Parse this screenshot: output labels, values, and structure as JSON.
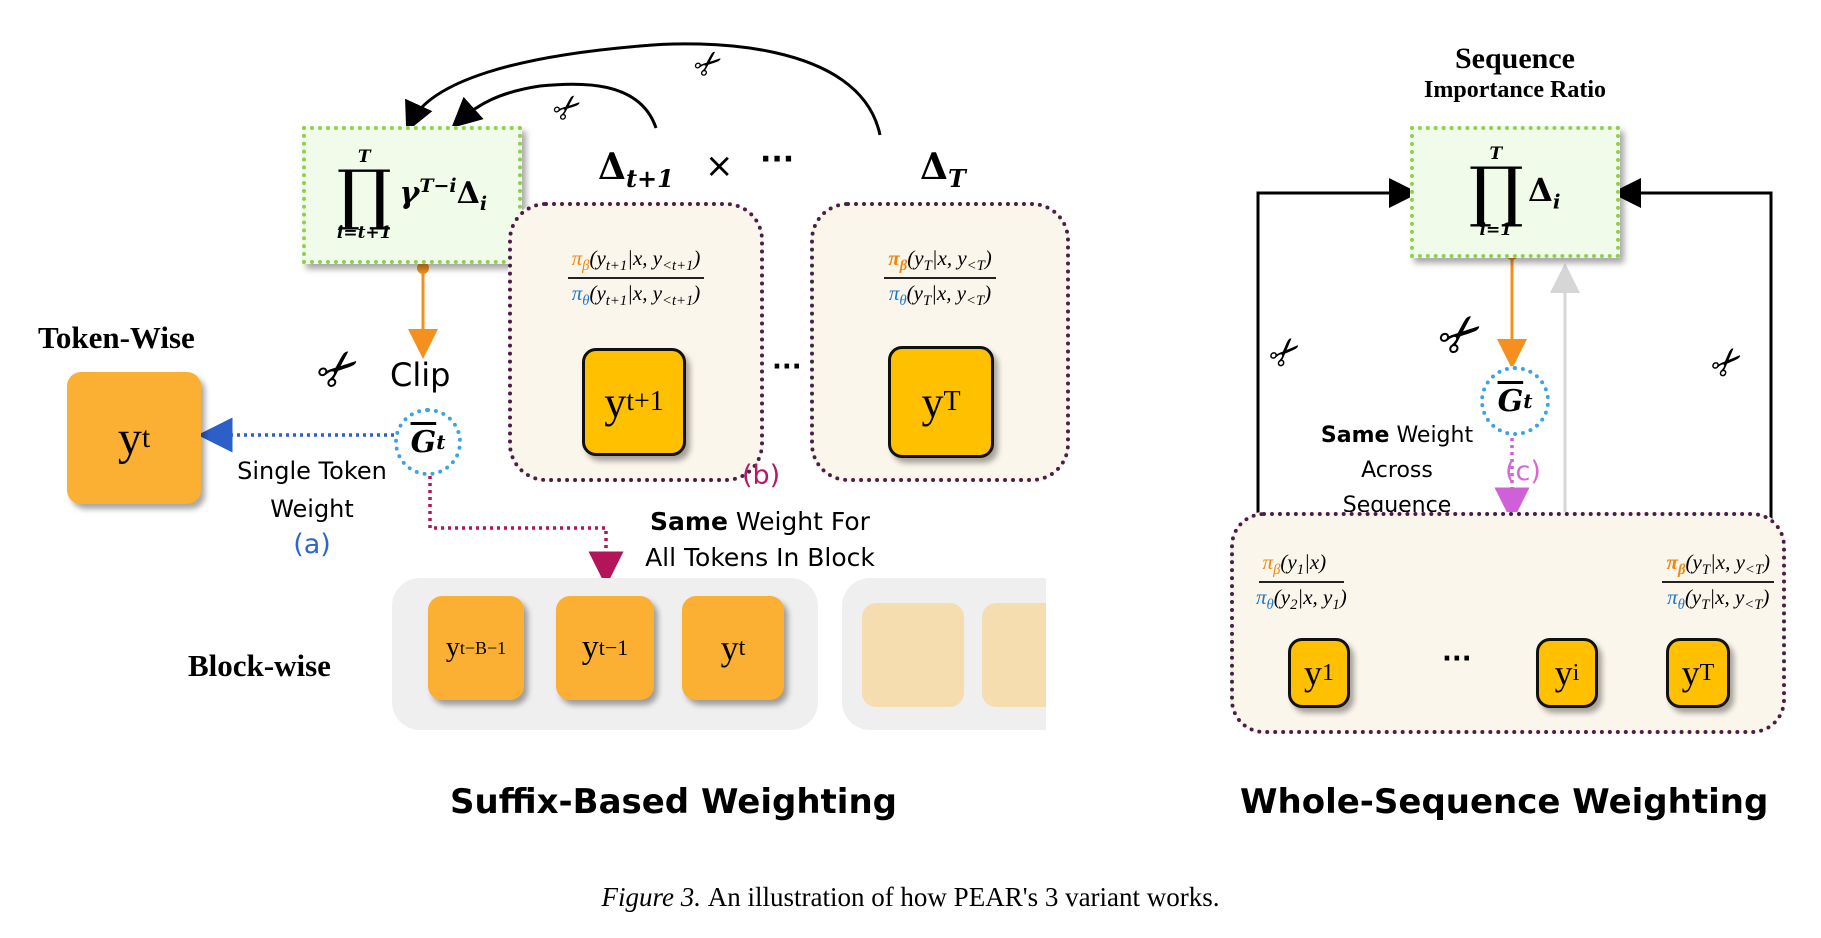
{
  "figure": {
    "caption_label": "Figure 3.",
    "caption_text": "An illustration of how PEAR's 3 variant works."
  },
  "suffix_panel": {
    "title": "Suffix-Based Weighting",
    "product_box": {
      "upper_limit": "T",
      "lower_limit": "i=t+1",
      "term": "γ",
      "exponent": "T−i",
      "factor": "Δ",
      "factor_sub": "i"
    },
    "delta_first": "Δ",
    "delta_first_sub": "t+1",
    "times_symbol": "×",
    "ellipsis": "···",
    "delta_last": "Δ",
    "delta_last_sub": "T",
    "ratio_blocks": [
      {
        "num_pi": "π",
        "num_pi_sub": "β",
        "num_args": "(y",
        "num_args_sub": "t+1",
        "num_tail": "|x, y",
        "num_tail_sub": "<t+1",
        "num_close": ")",
        "den_pi": "π",
        "den_pi_sub": "θ",
        "den_args": "(y",
        "den_args_sub": "t+1",
        "den_tail": "|x, y",
        "den_tail_sub": "<t+1",
        "den_close": ")",
        "token": "y",
        "token_sub": "t+1"
      },
      {
        "num_pi": "π",
        "num_pi_sub": "β",
        "num_args": "(y",
        "num_args_sub": "T",
        "num_tail": "|x, y",
        "num_tail_sub": "<T",
        "num_close": ")",
        "den_pi": "π",
        "den_pi_sub": "θ",
        "den_args": "(y",
        "den_args_sub": "T",
        "den_tail": "|x, y",
        "den_tail_sub": "<T",
        "den_close": ")",
        "token": "y",
        "token_sub": "T"
      }
    ],
    "between_blocks_ellipsis": "···",
    "clip_label": "Clip",
    "g_hat": "G",
    "g_hat_sub": "t",
    "token_wise": {
      "title": "Token-Wise",
      "token": "y",
      "token_sub": "t",
      "note_line1": "Single Token",
      "note_line2": "Weight",
      "tag": "(a)"
    },
    "block_wise": {
      "title": "Block-wise",
      "tag": "(b)",
      "note_bold": "Same",
      "note_rest": " Weight For",
      "note_line2": "All Tokens In Block",
      "tokens": [
        {
          "base": "y",
          "sub": "t−B−1"
        },
        {
          "base": "y",
          "sub": "t−1"
        },
        {
          "base": "y",
          "sub": "t"
        }
      ]
    }
  },
  "whole_panel": {
    "title": "Whole-Sequence Weighting",
    "header_line1": "Sequence",
    "header_line2": "Importance Ratio",
    "product_box": {
      "upper_limit": "T",
      "lower_limit": "i=1",
      "factor": "Δ",
      "factor_sub": "i"
    },
    "g_hat": "G",
    "g_hat_sub": "t",
    "tag": "(c)",
    "note_bold": "Same",
    "note_rest": " Weight",
    "note_line2": "Across",
    "note_line3": "Sequence",
    "ratio_first": {
      "num": "π",
      "num_sub": "β",
      "num_rest": "(y",
      "num_rest_sub": "1",
      "num_tail": "|x)",
      "den": "π",
      "den_sub": "θ",
      "den_rest": "(y",
      "den_rest_sub": "2",
      "den_tail": "|x, y",
      "den_tail_sub": "1",
      "den_close": ")"
    },
    "ratio_last": {
      "num": "π",
      "num_sub": "β",
      "num_rest": "(y",
      "num_rest_sub": "T",
      "num_tail": "|x, y",
      "num_tail_sub": "<T",
      "num_close": ")",
      "den": "π",
      "den_sub": "θ",
      "den_rest": "(y",
      "den_rest_sub": "T",
      "den_tail": "|x, y",
      "den_tail_sub": "<T",
      "den_close": ")"
    },
    "tokens": [
      {
        "base": "y",
        "sub": "1"
      },
      {
        "base": "y",
        "sub": "i"
      },
      {
        "base": "y",
        "sub": "T"
      }
    ],
    "ellipsis": "···"
  },
  "colors": {
    "orange_arrow": "#f5901e",
    "blue_dotted": "#2c5fc8",
    "magenta_dotted": "#b4145a",
    "violet_dotted": "#d060d8",
    "green_border": "#8fd14f",
    "tag_a": "#2c66c8",
    "tag_b": "#b11a6b",
    "tag_c": "#d766d8"
  }
}
